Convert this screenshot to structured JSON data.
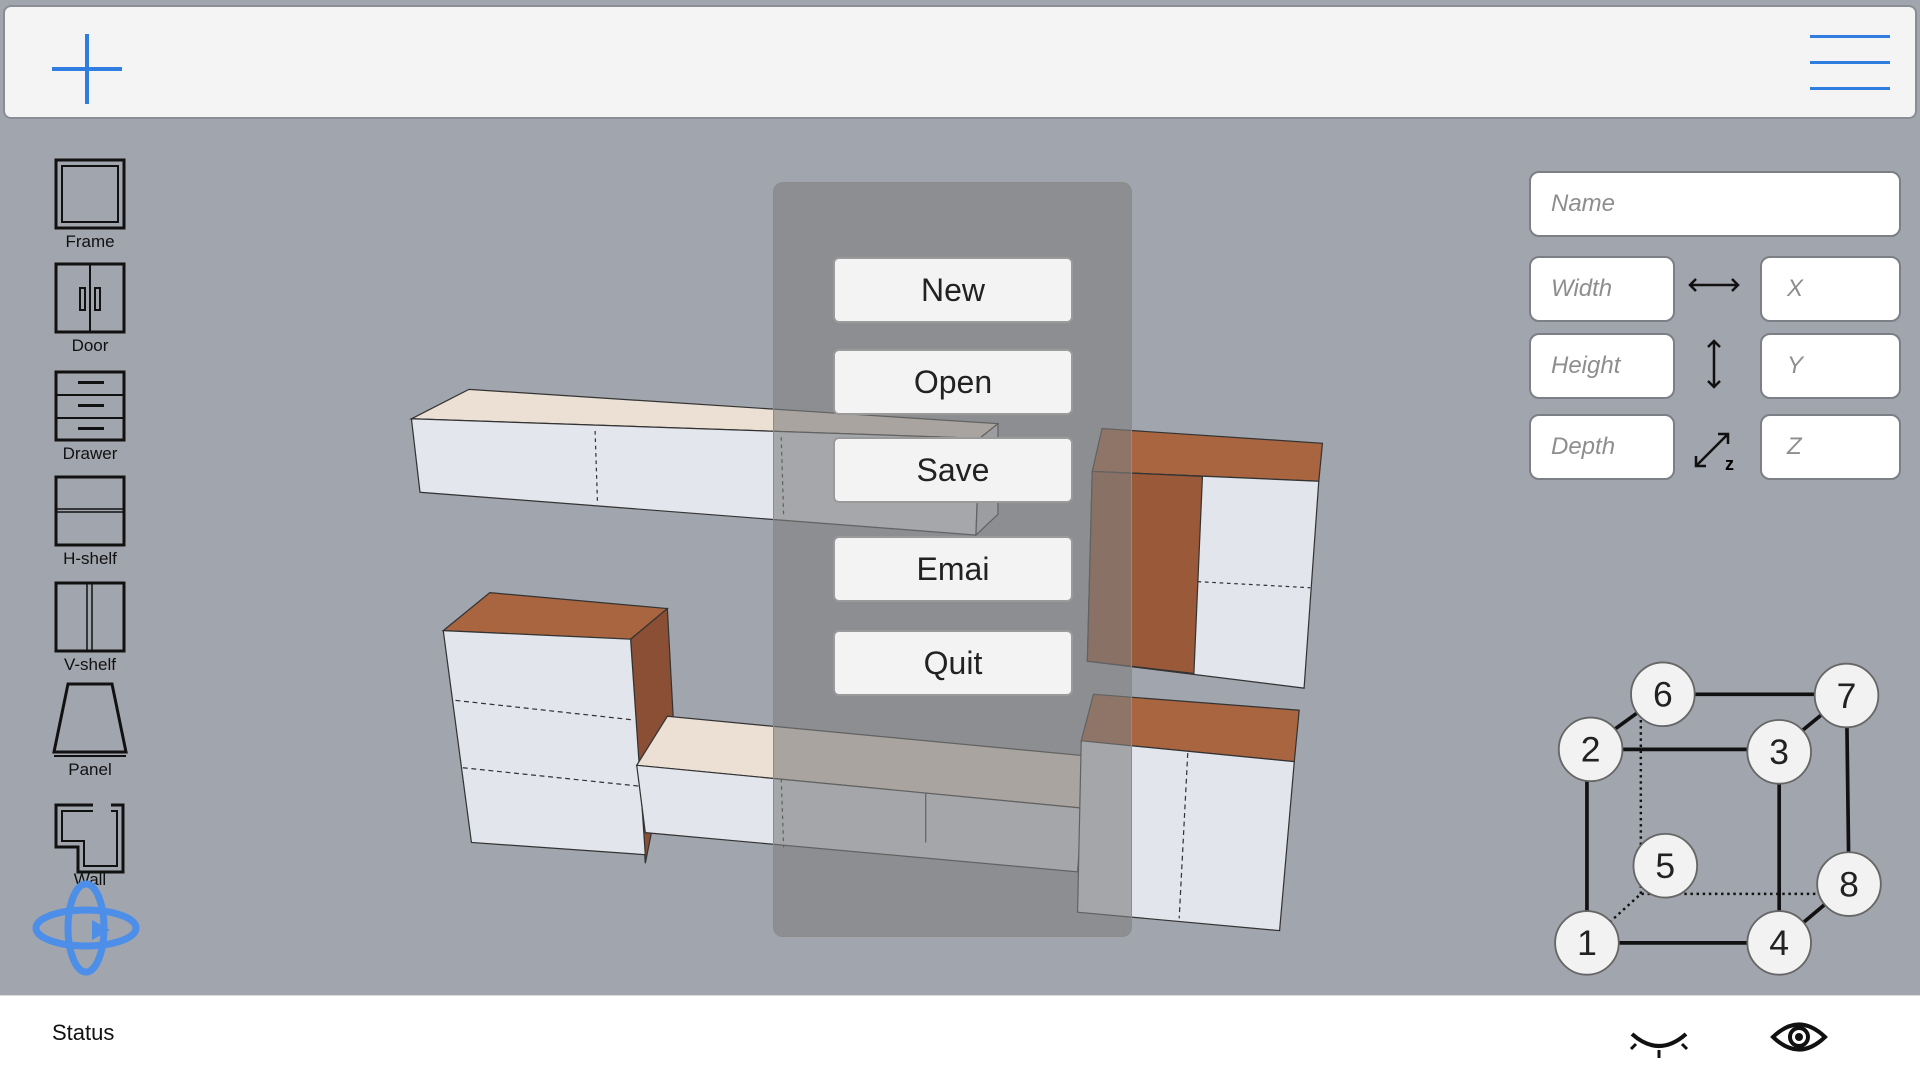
{
  "toolbar": {
    "add_icon": "plus-icon",
    "menu_icon": "hamburger-icon",
    "accent": "#2f7de0"
  },
  "tools": [
    {
      "label": "Frame",
      "icon": "frame-icon"
    },
    {
      "label": "Door",
      "icon": "door-icon"
    },
    {
      "label": "Drawer",
      "icon": "drawer-icon"
    },
    {
      "label": "H-shelf",
      "icon": "h-shelf-icon"
    },
    {
      "label": "V-shelf",
      "icon": "v-shelf-icon"
    },
    {
      "label": "Panel",
      "icon": "panel-icon"
    },
    {
      "label": "Wall",
      "icon": "wall-icon"
    }
  ],
  "menu": {
    "items": [
      "New",
      "Open",
      "Save",
      "Emai",
      "Quit"
    ]
  },
  "properties": {
    "name": "Name",
    "width": "Width",
    "height": "Height",
    "depth": "Depth",
    "x": "X",
    "y": "Y",
    "z": "Z",
    "depth_arrow_label": "z"
  },
  "view_cube": {
    "nodes": [
      "1",
      "2",
      "3",
      "4",
      "5",
      "6",
      "7",
      "8"
    ]
  },
  "status": {
    "text": "Status",
    "hide_icon": "eye-closed-icon",
    "show_icon": "eye-open-icon"
  }
}
